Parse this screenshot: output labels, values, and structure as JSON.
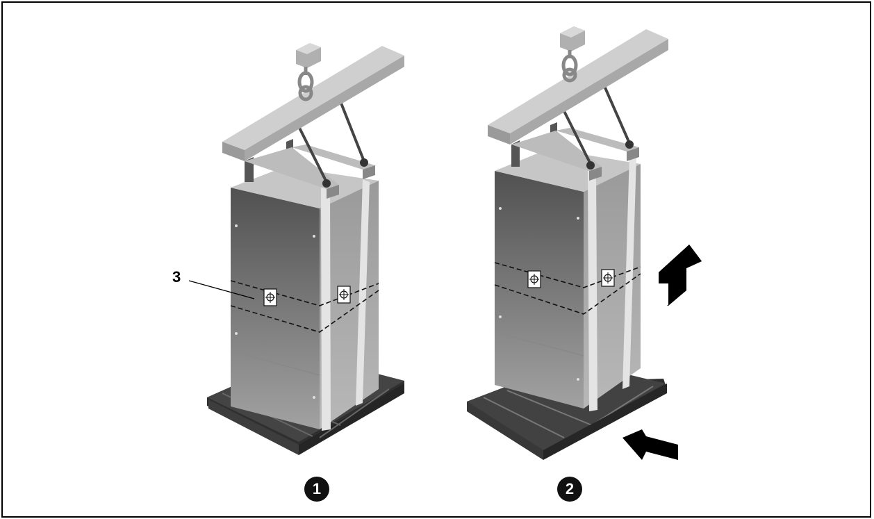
{
  "figure": {
    "callout_label": "3",
    "step_1_label": "1",
    "step_2_label": "2",
    "icons": [
      "crane-hook-icon",
      "lifting-beam-icon",
      "cabinet-icon",
      "pallet-icon",
      "lift-up-arrow-icon",
      "pull-pallet-arrow-icon",
      "center-of-gravity-icon"
    ],
    "colors": {
      "beam_top": "#cfcfcf",
      "beam_side": "#9a9a9a",
      "cabinet_front_dark": "#555555",
      "cabinet_front_light": "#9a9a9a",
      "cabinet_side": "#a8a8a8",
      "cabinet_top": "#c4c4c4",
      "strap": "#e6e6e6",
      "pallet": "#3a3a3a",
      "arrow": "#000000"
    }
  }
}
